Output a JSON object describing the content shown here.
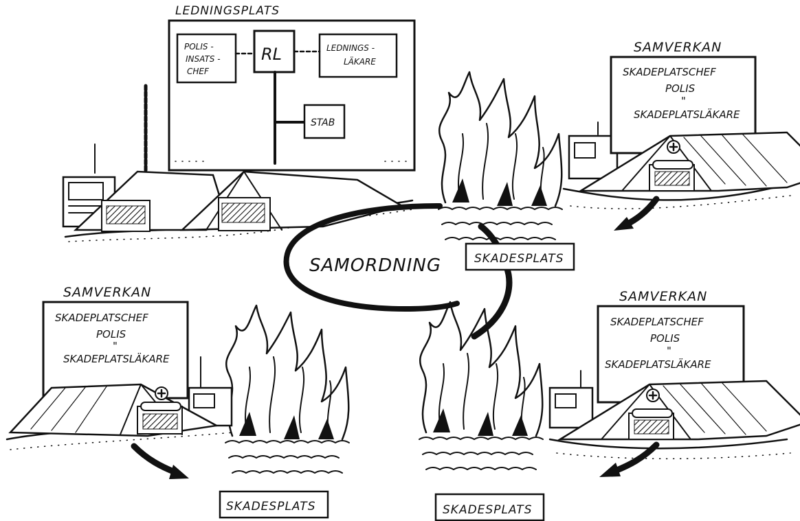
{
  "headquarters": {
    "title": "LEDNINGSPLATS",
    "boxes": {
      "police_chief": [
        "POLIS -",
        "INSATS -",
        "CHEF"
      ],
      "commander": "RL",
      "medical_lead": [
        "LEDNINGS -",
        "LÄKARE"
      ],
      "staff": "STAB"
    }
  },
  "coordination": {
    "label": "SAMORDNING"
  },
  "sites": [
    {
      "heading": "SAMVERKAN",
      "roles": [
        "SKADEPLATSCHEF",
        "POLIS",
        "\"",
        "SKADEPLATSLÄKARE"
      ],
      "site_label": "SKADESPLATS"
    },
    {
      "heading": "SAMVERKAN",
      "roles": [
        "SKADEPLATSCHEF",
        "POLIS",
        "\"",
        "SKADEPLATSLÄKARE"
      ],
      "site_label": "SKADESPLATS"
    },
    {
      "heading": "SAMVERKAN",
      "roles": [
        "SKADEPLATSCHEF",
        "POLIS",
        "\"",
        "SKADEPLATSLÄKARE"
      ],
      "site_label": "SKADESPLATS"
    }
  ]
}
